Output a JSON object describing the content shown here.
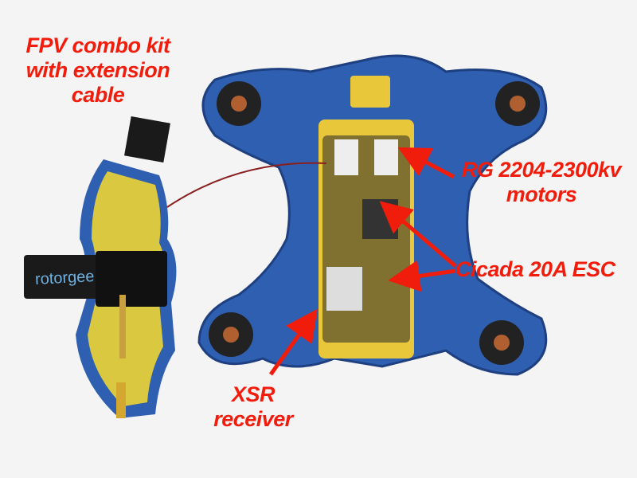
{
  "annotations": {
    "fpv_kit": "FPV combo kit with extension cable",
    "motors": "RG 2204-2300kv motors",
    "esc": "Cicada 20A ESC",
    "receiver": "XSR receiver"
  },
  "strap_text": "rotorgee",
  "colors": {
    "label": "#f01c0c",
    "frame": "#2f5fb0",
    "board": "#e8c83a"
  }
}
